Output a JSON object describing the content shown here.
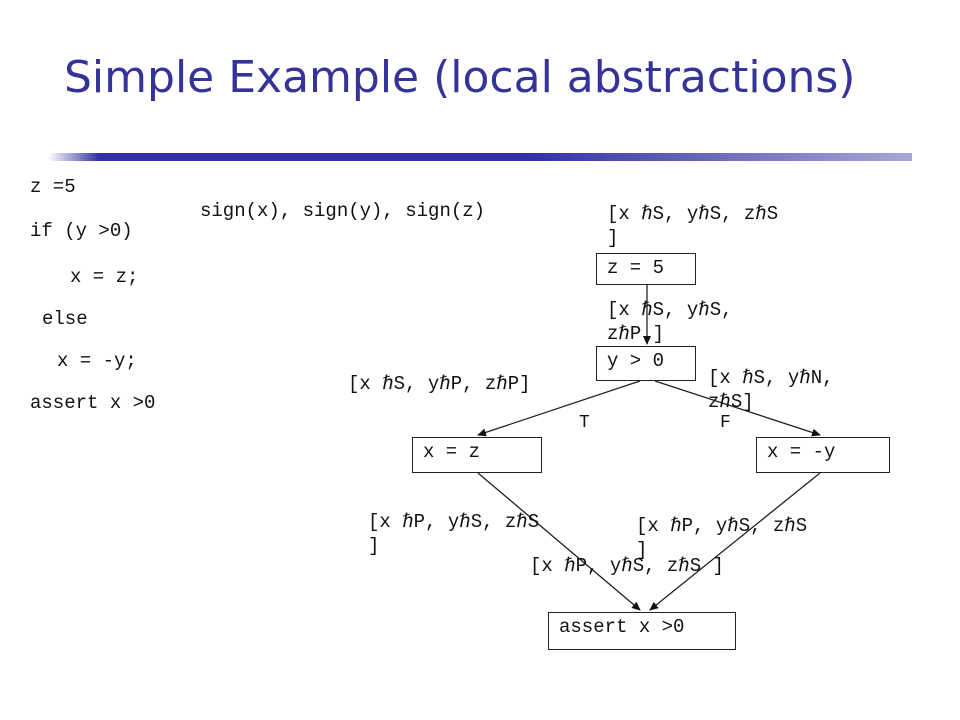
{
  "title": "Simple Example (local abstractions)",
  "program": [
    "z =5",
    "if (y >0)",
    "x = z;",
    "else",
    "x = -y;",
    "assert x >0"
  ],
  "predicates": "sign(x), sign(y), sign(z)",
  "nodes": {
    "z5": "z = 5",
    "cond": "y > 0",
    "then": "x = z",
    "else": "x = -y",
    "assert": "assert x >0"
  },
  "annotations": {
    "a1": "[x ℏS, yℏS, zℏS\n]",
    "a2": "[x ℏS, yℏS,\nzℏP ]",
    "a3": "[x ℏS, yℏP, zℏP]",
    "a4": "[x ℏS, yℏN,\nzℏS]",
    "a5": "[x ℏP, yℏS, zℏS\n]",
    "a6": "[x ℏP, yℏS, zℏS\n]",
    "a7": "[x ℏP, yℏS, zℏS ]"
  },
  "edge_labels": {
    "true": "T",
    "false": "F"
  },
  "colors": {
    "title": "#33339a",
    "bar": "#3030a0",
    "text": "#111111"
  }
}
